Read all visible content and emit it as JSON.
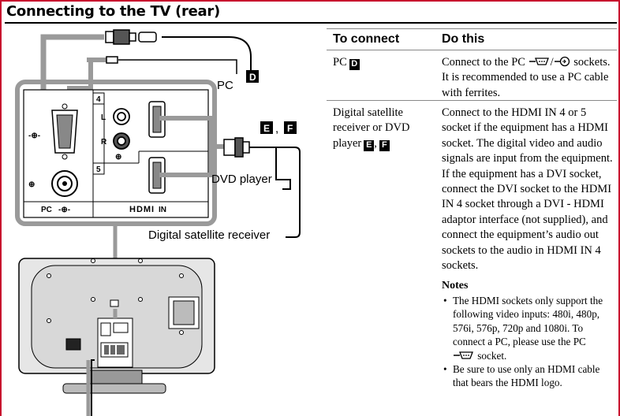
{
  "page_title": "Connecting to the TV (rear)",
  "diagram": {
    "pc_label": "PC",
    "tag_d": "D",
    "tag_e": "E",
    "tag_f": "F",
    "comma": ",",
    "dvd_label": "DVD player",
    "sat_label": "Digital satellite receiver",
    "port_4": "4",
    "port_5": "5",
    "port_l": "L",
    "port_r": "R",
    "panel_pc": "PC",
    "panel_hdmi": "HDMI",
    "panel_in": "IN"
  },
  "table": {
    "header_connect": "To connect",
    "header_do": "Do this",
    "rows": [
      {
        "connect": "PC",
        "tag": "D",
        "do_prefix": "Connect to the PC",
        "do_sep": "/",
        "do_suffix": "sockets. It is recommended to use a PC cable with ferrites."
      },
      {
        "connect": "Digital satellite receiver or DVD player",
        "tag_e": "E",
        "tag_f": "F",
        "sep": ",",
        "do": "Connect to the HDMI IN 4 or 5 socket if the equipment has a HDMI socket. The digital video and audio signals are input from the equipment. If the equipment has a DVI socket, connect the DVI socket to the HDMI IN 4 socket through a DVI - HDMI adaptor interface (not supplied), and connect the equipment’s audio out sockets to the audio in HDMI IN 4 sockets."
      }
    ]
  },
  "notes": {
    "title": "Notes",
    "note1_a": "The HDMI sockets only support the following video inputs: 480i, 480p, 576i, 576p, 720p and 1080i. To connect a PC, please use the PC",
    "note1_b": "socket.",
    "note2": "Be sure to use only an HDMI cable that bears the HDMI logo."
  }
}
